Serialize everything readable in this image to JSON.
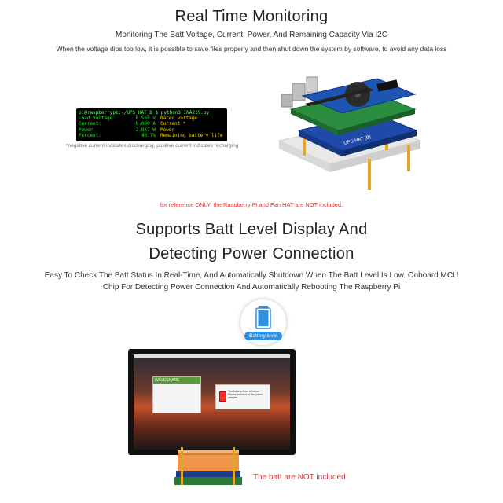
{
  "section1": {
    "title": "Real Time Monitoring",
    "subtitle": "Monitoring The Batt Voltage, Current, Power, And Remaining Capacity Via I2C",
    "description": "When the voltage dips too low, it is possible to save files properly and then shut down the system by software, to avoid any data loss",
    "terminal": {
      "prompt": "pi@raspberrypi:~/UPS_HAT_B $ python3 INA219.py",
      "rows": [
        {
          "label": "Load Voltage:",
          "value": "8.560 V",
          "annotation": "Rated voltage"
        },
        {
          "label": "Current:",
          "value": "-0.000 A",
          "annotation": "Current *"
        },
        {
          "label": "Power:",
          "value": "2.847 W",
          "annotation": "Power"
        },
        {
          "label": "Percent:",
          "value": "46.7%",
          "annotation": "Remaining battery life"
        }
      ]
    },
    "negative_note": "*negative current indicates discharging, positive current indicates recharging",
    "hat_label": "UPS HAT (B)",
    "reference_note": "for reference ONLY, the Raspberry Pi and Fan HAT are NOT included."
  },
  "section2": {
    "title_line1": "Supports Batt Level Display And",
    "title_line2": "Detecting Power Connection",
    "desc_line1": "Easy To Check The Batt Status In Real-Time, And Automatically Shutdown When The Batt Level Is Low. Onboard MCU",
    "desc_line2": "Chip For Detecting Power Connection And Automatically Rebooting The Raspberry Pi",
    "badge_label": "Battery level",
    "screen": {
      "brand": "WAVESHARE",
      "dialog_text": "The battery level is below\nPlease connect to the power adapter"
    },
    "batt_note": "The batt are NOT included"
  },
  "colors": {
    "accent": "#2f8fe0",
    "note_red": "#dd3333"
  }
}
